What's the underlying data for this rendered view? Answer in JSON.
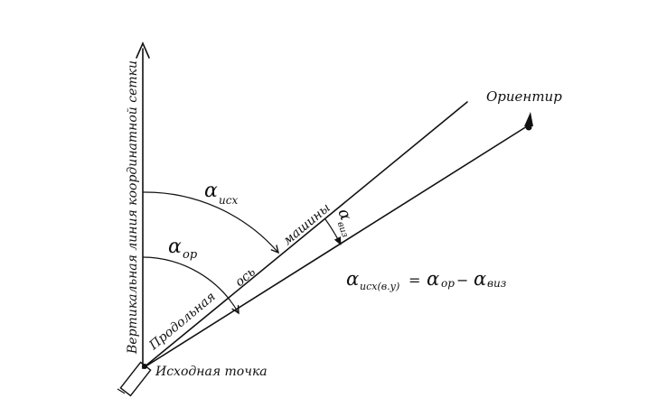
{
  "diagram": {
    "labels": {
      "vertical_line": "Вертикальная линия координатной сетки",
      "landmark": "Ориентир",
      "start_point": "Исходная точка",
      "axis_word1": "Продольная",
      "axis_word2": "ось",
      "axis_word3": "машины",
      "alpha_isx_sym": "α",
      "alpha_isx_sub": "исх",
      "alpha_op_sym": "α",
      "alpha_op_sub": "ор",
      "alpha_viz_sym": "α",
      "alpha_viz_sub": "виз"
    },
    "formula": {
      "a1": "α",
      "s1": "исх(в.у)",
      "eq": " = ",
      "a2": "α",
      "s2": "ор",
      "minus": " − ",
      "a3": "α",
      "s3": "виз"
    },
    "colors": {
      "ink": "#111111",
      "background": "#ffffff"
    }
  }
}
